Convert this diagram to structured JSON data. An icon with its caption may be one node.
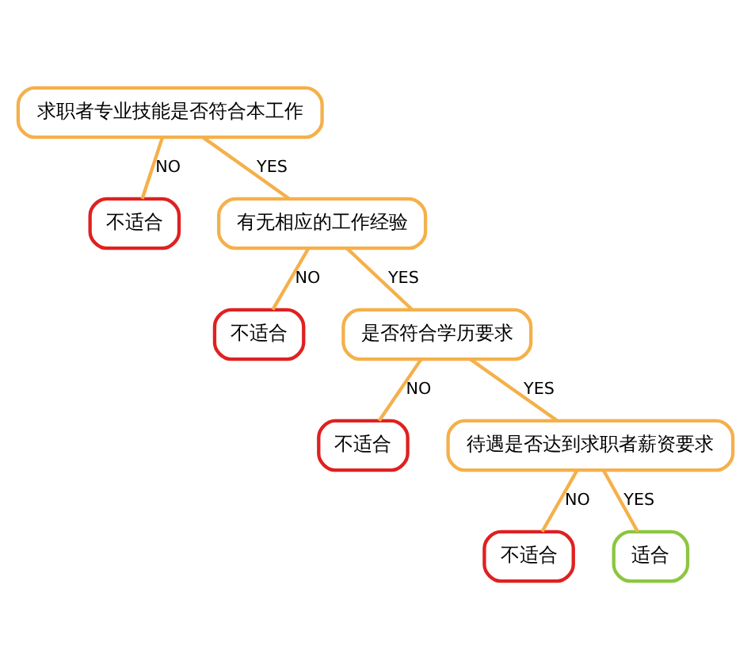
{
  "diagram": {
    "nodes": [
      {
        "text": [
          "求职者专业技能是否符合本工作"
        ]
      },
      {
        "text": [
          "不适合"
        ]
      },
      {
        "text": [
          "有无相应的工作经验"
        ]
      },
      {
        "text": [
          "不适合"
        ]
      },
      {
        "text": [
          "是否符合学历要求"
        ]
      },
      {
        "text": [
          "不适合"
        ]
      },
      {
        "text": [
          "待遇是否达到求职者薪资要求"
        ]
      },
      {
        "text": [
          "不适合"
        ]
      },
      {
        "text": [
          "适合"
        ]
      }
    ],
    "edges": [
      {
        "from": 0,
        "to": 1,
        "arrow": "none",
        "label": "NO"
      },
      {
        "from": 0,
        "to": 2,
        "arrow": "none",
        "label": "YES"
      },
      {
        "from": 2,
        "to": 3,
        "arrow": "none",
        "label": "NO"
      },
      {
        "from": 2,
        "to": 4,
        "arrow": "none",
        "label": "YES"
      },
      {
        "from": 4,
        "to": 5,
        "arrow": "none",
        "label": "NO"
      },
      {
        "from": 4,
        "to": 6,
        "arrow": "none",
        "label": "YES"
      },
      {
        "from": 6,
        "to": 7,
        "arrow": "none",
        "label": "NO"
      },
      {
        "from": 6,
        "to": 8,
        "arrow": "none",
        "label": "YES"
      }
    ]
  }
}
